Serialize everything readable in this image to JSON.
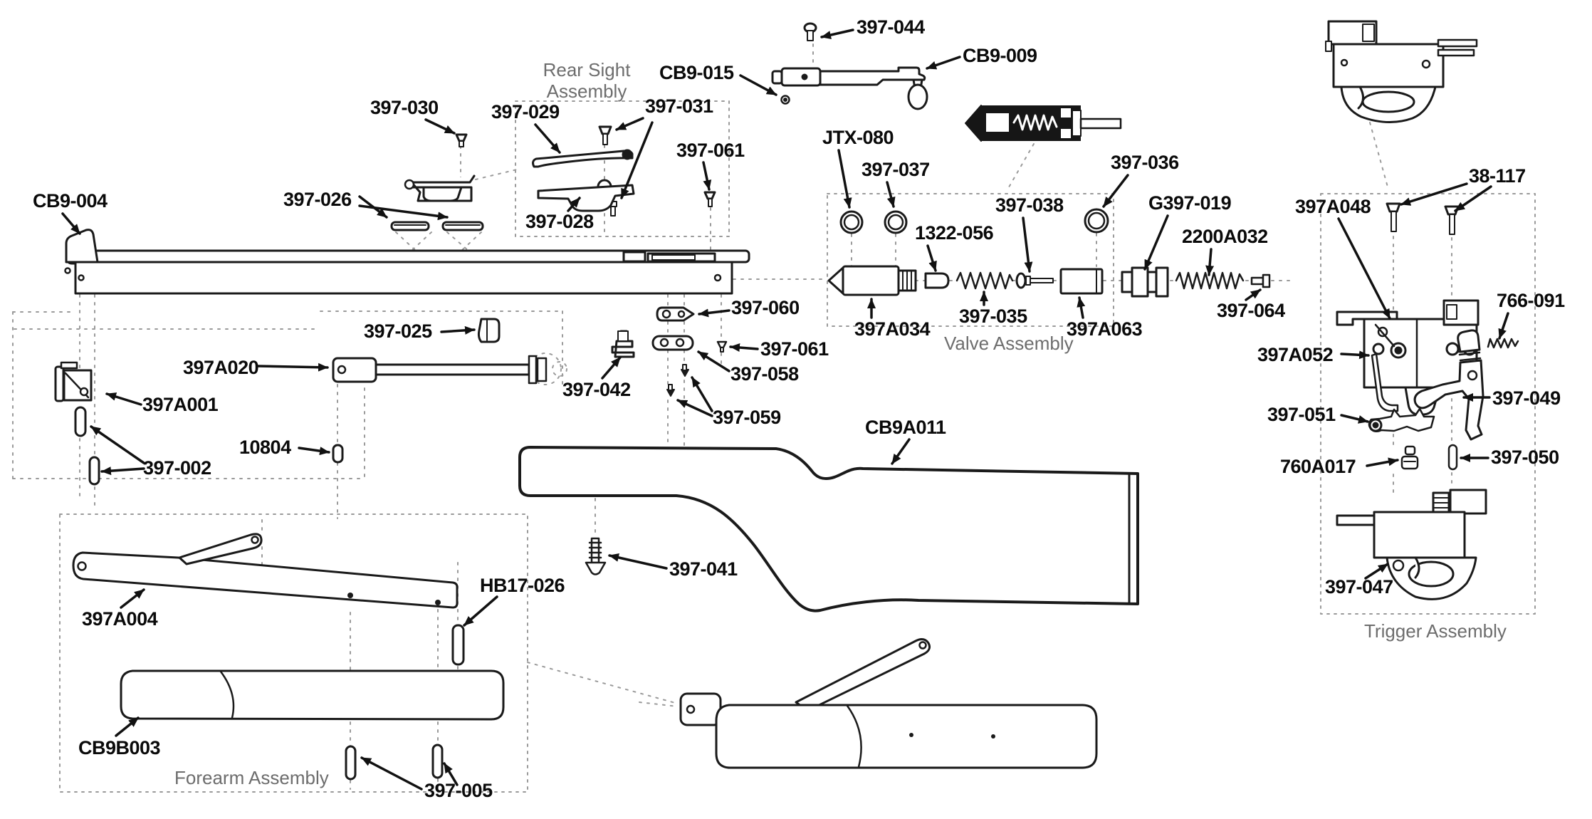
{
  "figure": {
    "kind": "exploded-parts-diagram",
    "subject": "Pneumatic rifle exploded view with part numbers"
  },
  "palette": {
    "ink": "#1a1a1a",
    "arrow": "#111111",
    "dash": "#9a9a9a",
    "label": "#0a0a0a",
    "assembly_label": "#6d6d6d",
    "background": "#ffffff"
  },
  "assemblies": {
    "rear_sight_line1": "Rear Sight",
    "rear_sight_line2": "Assembly",
    "valve": "Valve Assembly",
    "trigger": "Trigger Assembly",
    "forearm": "Forearm Assembly"
  },
  "parts": {
    "cb9_004": "CB9-004",
    "p397_030": "397-030",
    "p397_029": "397-029",
    "p397_031": "397-031",
    "p397_026": "397-026",
    "p397_028": "397-028",
    "p397_061_top": "397-061",
    "cb9_015": "CB9-015",
    "p397_044": "397-044",
    "cb9_009": "CB9-009",
    "jtx_080": "JTX-080",
    "p397_037": "397-037",
    "p397_036": "397-036",
    "p397_038": "397-038",
    "g397_019": "G397-019",
    "p1322_056": "1322-056",
    "p2200a032": "2200A032",
    "p397a034": "397A034",
    "p397_035": "397-035",
    "p397a063": "397A063",
    "p397_064": "397-064",
    "p38_117": "38-117",
    "p397a048": "397A048",
    "p766_091": "766-091",
    "p397a052": "397A052",
    "p397_049": "397-049",
    "p397_051": "397-051",
    "p397_050": "397-050",
    "p760a017": "760A017",
    "p397_047": "397-047",
    "p397_060": "397-060",
    "p397_025": "397-025",
    "p397a020": "397A020",
    "p397_042": "397-042",
    "p397_061_mid": "397-061",
    "p397_058": "397-058",
    "p397_059": "397-059",
    "cb9a011": "CB9A011",
    "p397_041": "397-041",
    "p397a001": "397A001",
    "p397_002": "397-002",
    "p10804": "10804",
    "hb17_026": "HB17-026",
    "p397a004": "397A004",
    "cb9b003": "CB9B003",
    "p397_005": "397-005"
  }
}
